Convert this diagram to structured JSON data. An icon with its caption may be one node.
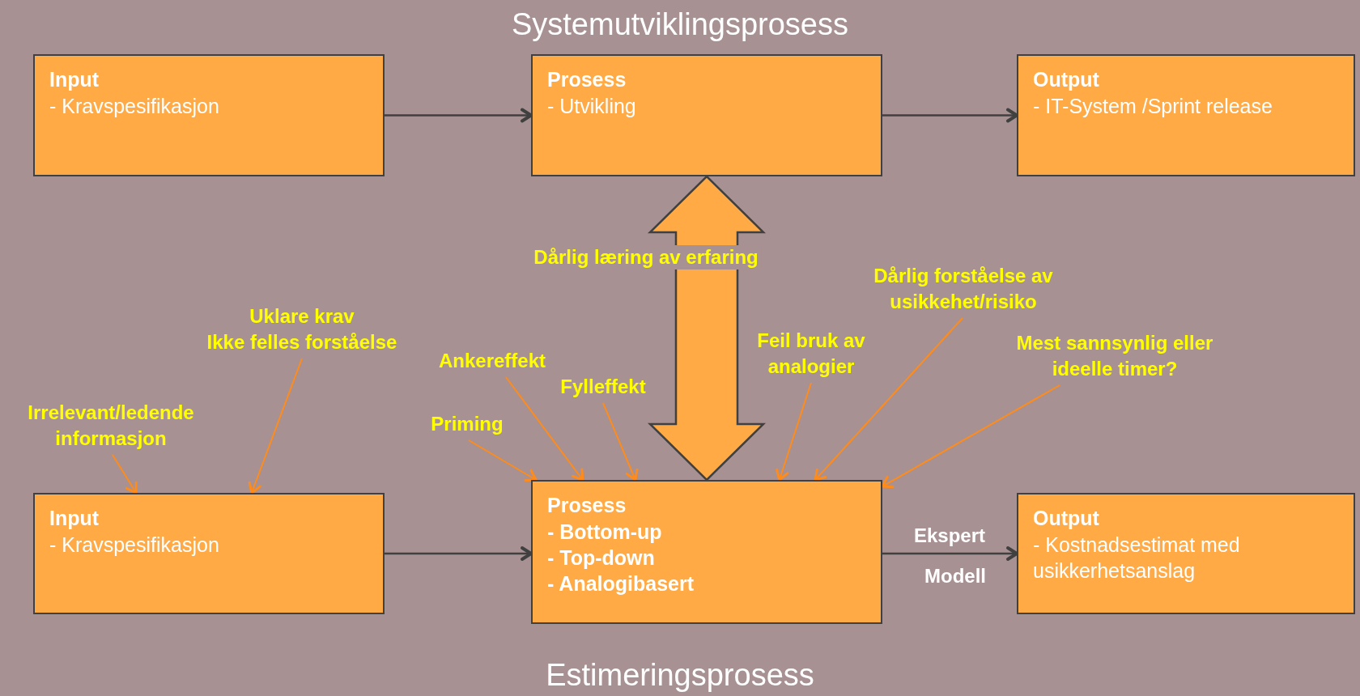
{
  "diagram": {
    "title": "Systemutviklingsprosess",
    "caption": "Estimeringsprosess",
    "nodes": [
      {
        "text": [
          "Input",
          "- Kravspesifikasjon"
        ]
      },
      {
        "text": [
          "Prosess",
          "- Utvikling"
        ]
      },
      {
        "text": [
          "Output",
          "- IT-System /Sprint release"
        ]
      },
      {
        "text": [
          "Input",
          "- Kravspesifikasjon"
        ]
      },
      {
        "text": [
          "Prosess",
          "- Bottom-up",
          "- Top-down",
          "- Analogibasert"
        ]
      },
      {
        "text": [
          "Output",
          "- Kostnadsestimat med usikkerhetsanslag"
        ]
      },
      {
        "text": [
          "Irrelevant/ledende informasjon"
        ]
      },
      {
        "text": [
          "Uklare krav",
          "Ikke felles forståelse"
        ]
      },
      {
        "text": [
          "Ankereffekt"
        ]
      },
      {
        "text": [
          "Fylleffekt"
        ]
      },
      {
        "text": [
          "Priming"
        ]
      },
      {
        "text": [
          "Feil bruk av analogier"
        ]
      },
      {
        "text": [
          "Dårlig forståelse av usikkehet/risiko"
        ]
      },
      {
        "text": [
          "Mest sannsynlig eller ideelle timer?"
        ]
      }
    ],
    "edges": [
      {
        "from": 0,
        "to": 1,
        "arrow": "to",
        "color": "#404040"
      },
      {
        "from": 1,
        "to": 2,
        "arrow": "to",
        "color": "#404040"
      },
      {
        "from": 3,
        "to": 4,
        "arrow": "to",
        "color": "#404040"
      },
      {
        "from": 4,
        "to": 5,
        "arrow": "to",
        "color": "#404040",
        "label": "Ekspert"
      },
      {
        "from": 1,
        "to": 4,
        "arrow": "both",
        "style": "thick",
        "color": "#404040",
        "label": "Dårlig læring av erfaring"
      },
      {
        "from": 6,
        "to": 3,
        "arrow": "to"
      },
      {
        "from": 7,
        "to": 3,
        "arrow": "to"
      },
      {
        "from": 8,
        "to": 4,
        "arrow": "to"
      },
      {
        "from": 9,
        "to": 4,
        "arrow": "to"
      },
      {
        "from": 10,
        "to": 4,
        "arrow": "to"
      },
      {
        "from": 11,
        "to": 4,
        "arrow": "to"
      },
      {
        "from": 12,
        "to": 4,
        "arrow": "to"
      },
      {
        "from": 13,
        "to": 4,
        "arrow": "to"
      }
    ],
    "labels": [
      "Modell"
    ]
  }
}
